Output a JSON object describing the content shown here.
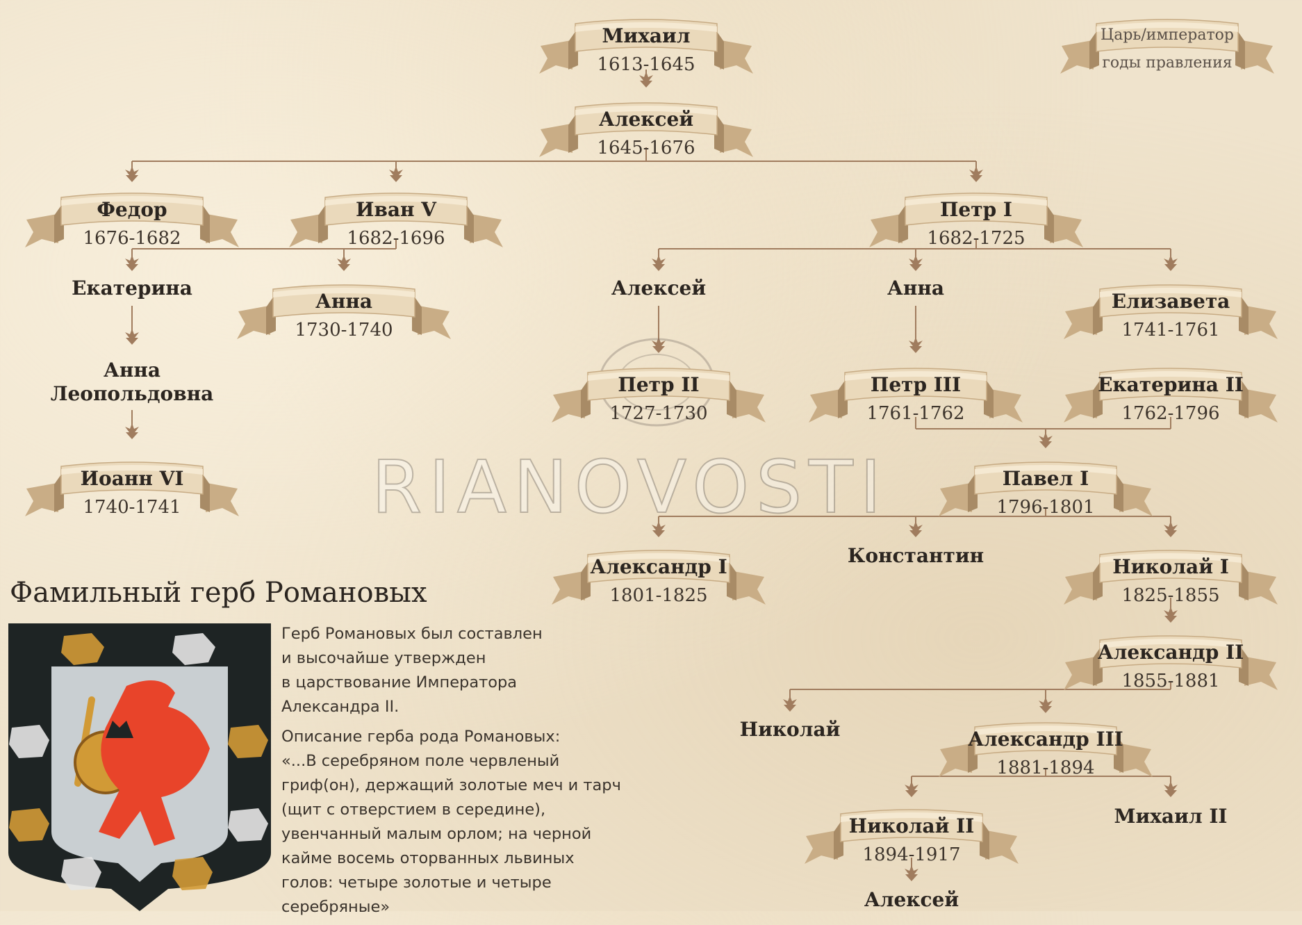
{
  "legend": {
    "title": "Царь/император",
    "years": "годы правления"
  },
  "rulers": [
    {
      "id": "mikhail",
      "name": "Михаил",
      "years": "1613-1645"
    },
    {
      "id": "aleksey",
      "name": "Алексей",
      "years": "1645-1676"
    },
    {
      "id": "fedor",
      "name": "Федор",
      "years": "1676-1682"
    },
    {
      "id": "ivan5",
      "name": "Иван V",
      "years": "1682-1696"
    },
    {
      "id": "petr1",
      "name": "Петр I",
      "years": "1682-1725"
    },
    {
      "id": "anna",
      "name": "Анна",
      "years": "1730-1740"
    },
    {
      "id": "elizaveta",
      "name": "Елизавета",
      "years": "1741-1761"
    },
    {
      "id": "petr2",
      "name": "Петр II",
      "years": "1727-1730"
    },
    {
      "id": "petr3",
      "name": "Петр III",
      "years": "1761-1762"
    },
    {
      "id": "ekaterina2",
      "name": "Екатерина II",
      "years": "1762-1796"
    },
    {
      "id": "ioann6",
      "name": "Иоанн VI",
      "years": "1740-1741"
    },
    {
      "id": "pavel1",
      "name": "Павел I",
      "years": "1796-1801"
    },
    {
      "id": "aleksandr1",
      "name": "Александр I",
      "years": "1801-1825"
    },
    {
      "id": "nikolay1",
      "name": "Николай I",
      "years": "1825-1855"
    },
    {
      "id": "aleksandr2",
      "name": "Александр II",
      "years": "1855-1881"
    },
    {
      "id": "aleksandr3",
      "name": "Александр III",
      "years": "1881-1894"
    },
    {
      "id": "nikolay2",
      "name": "Николай II",
      "years": "1894-1917"
    }
  ],
  "relatives": [
    {
      "id": "ekaterina",
      "name": "Екатерина"
    },
    {
      "id": "anna-leopoldovna",
      "name": "Анна\nЛеопольдовна"
    },
    {
      "id": "aleksey-tsarevich",
      "name": "Алексей"
    },
    {
      "id": "anna-petrovna",
      "name": "Анна"
    },
    {
      "id": "konstantin",
      "name": "Константин"
    },
    {
      "id": "nikolay",
      "name": "Николай"
    },
    {
      "id": "mikhail2",
      "name": "Михаил II"
    },
    {
      "id": "aleksey-last",
      "name": "Алексей"
    }
  ],
  "watermark": "RIANOVOSTI",
  "coat_of_arms": {
    "title": "Фамильный герб Романовых",
    "paragraph1": "Герб Романовых был составлен\nи высочайше утвержден\nв царствование Императора\nАлександра II.",
    "paragraph2": "Описание герба рода Романовых:\n«...В серебряном поле червленый\nгриф(он), держащий золотые меч и тарч\n(щит с отверстием в середине),\nувенчанный малым орлом; на черной\nкайме восемь оторванных львиных\nголов: четыре золотые и четыре\nсеребряные»"
  },
  "colors": {
    "background": "#efe3cc",
    "ribbon": "#e8d7b8",
    "ribbon_shadow": "#c9ad86",
    "connector": "#a07c5e",
    "text": "#2b2520",
    "griffin": "#e8442a",
    "crest_border": "#1e2424",
    "crest_field": "#c9cfd2",
    "gold": "#d19a36"
  }
}
